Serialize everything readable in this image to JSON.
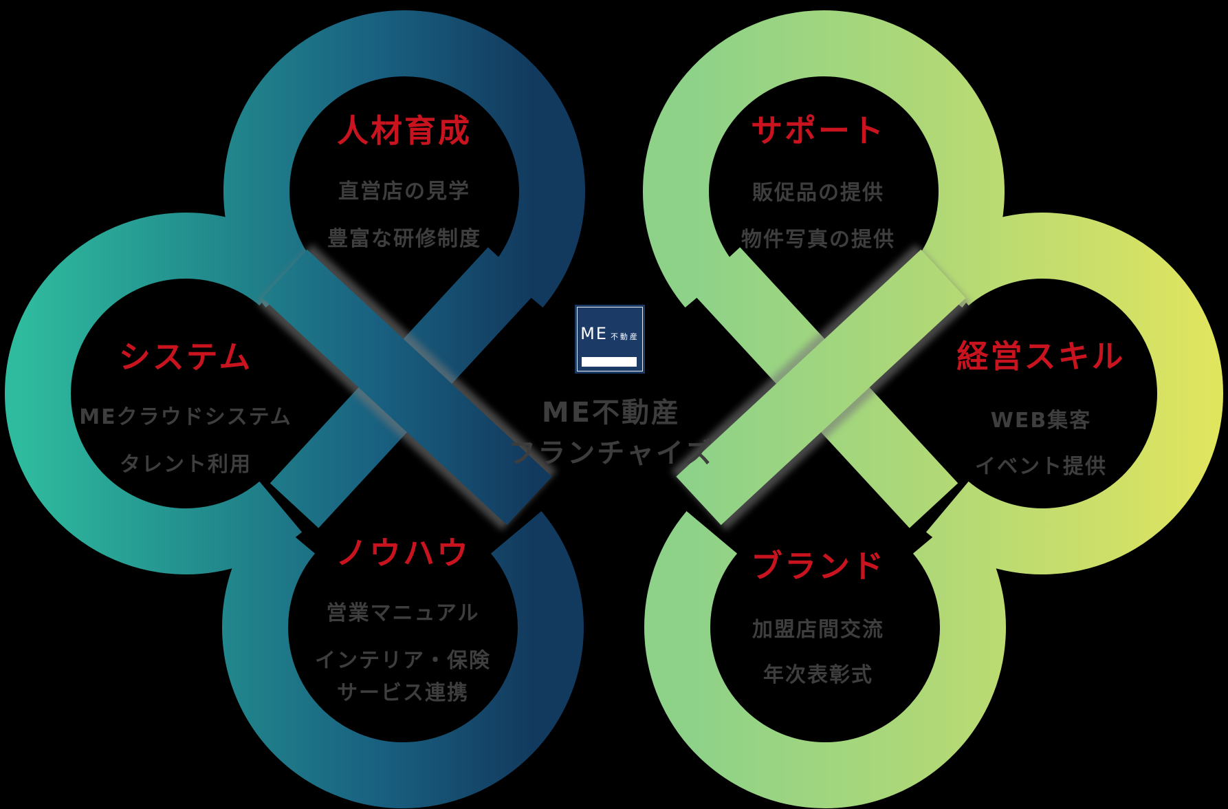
{
  "background": "#000000",
  "colors": {
    "node_title_red": "#c9141f",
    "node_body_gray": "#3e3e3e",
    "center_text_gray": "#3d3d3d",
    "logo_navy": "#1b3a66",
    "crossing_shadow_gray": "#777777",
    "left_ribbon_gradient": [
      "#2fbc9e",
      "#238e8e",
      "#196080",
      "#123a5e"
    ],
    "right_ribbon_gradient": [
      "#8ed289",
      "#abd779",
      "#c9de6b",
      "#e0e55e"
    ]
  },
  "center": {
    "logo": {
      "me": "ME",
      "company": "不動産"
    },
    "line1": "ME不動産",
    "line2": "フランチャイズ"
  },
  "nodes": [
    {
      "id": "training",
      "title": "人材育成",
      "lines": [
        "直営店の見学",
        "豊富な研修制度"
      ]
    },
    {
      "id": "system",
      "title": "システム",
      "lines": [
        "MEクラウドシステム",
        "タレント利用"
      ]
    },
    {
      "id": "knowhow",
      "title": "ノウハウ",
      "lines": [
        "営業マニュアル",
        "インテリア・保険",
        "サービス連携"
      ]
    },
    {
      "id": "support",
      "title": "サポート",
      "lines": [
        "販促品の提供",
        "物件写真の提供"
      ]
    },
    {
      "id": "management",
      "title": "経営スキル",
      "lines": [
        "WEB集客",
        "イベント提供"
      ]
    },
    {
      "id": "brand",
      "title": "ブランド",
      "lines": [
        "加盟店間交流",
        "年次表彰式"
      ]
    }
  ]
}
